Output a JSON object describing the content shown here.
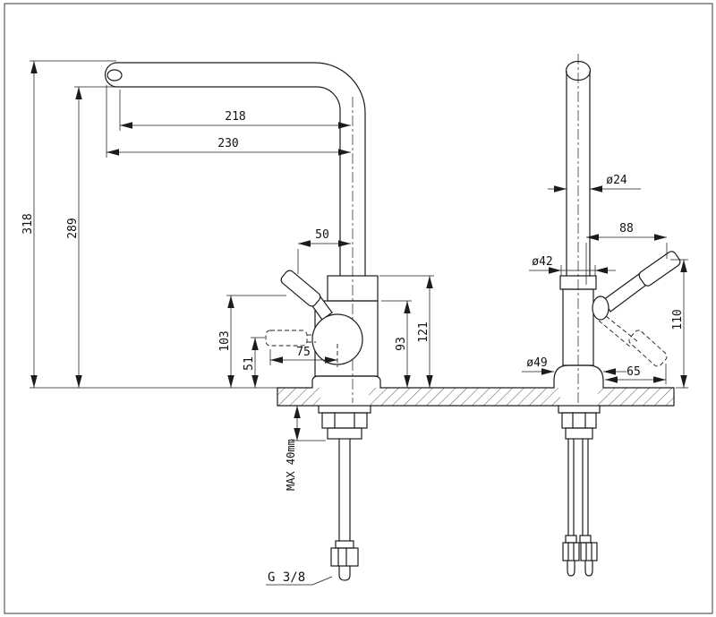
{
  "side_view": {
    "reach_upper": "218",
    "reach_lower": "230",
    "height_overall": "318",
    "height_spout": "289",
    "offset_top": "50",
    "height_body": "103",
    "height_handle": "51",
    "width_handle": "75",
    "height_body_upper": "93",
    "height_body_overall": "121",
    "max_thickness": "MAX 40mm",
    "thread_label": "G 3/8"
  },
  "front_view": {
    "dia_spout": "ø24",
    "len_handle": "88",
    "dia_body": "ø42",
    "dia_base": "ø49",
    "height_handle": "110",
    "offset_handle": "65"
  }
}
